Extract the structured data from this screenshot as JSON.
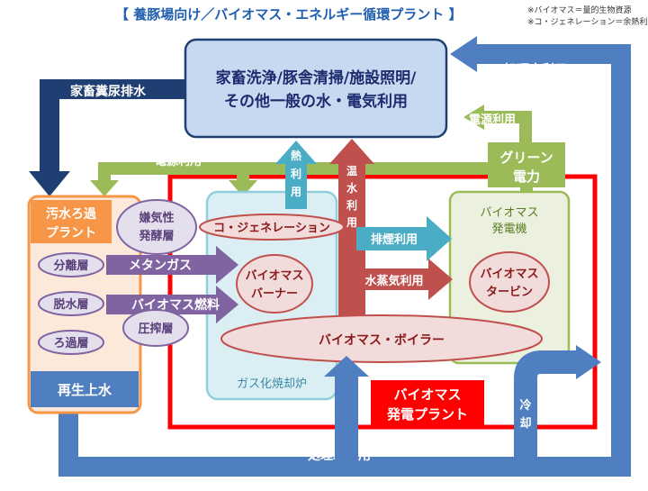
{
  "title": "【 養豚場向け／バイオマス・エネルギー循環プラント 】",
  "notes": [
    "※バイオマス＝量的生物資源",
    "※コ・ジェネレーション＝余熱利用"
  ],
  "top_box": {
    "line1": "家畜洗浄/豚舎清掃/施設照明/",
    "line2": "その他一般の水・電気利用"
  },
  "arrows": {
    "livestock_waste": "家畜糞尿排水",
    "treated_water_top": "処理水利用",
    "treated_water_bottom": "処理水利用",
    "power_use_left": "電源利用",
    "power_use_right": "電源利用",
    "heat_use": [
      "熱",
      "利",
      "用"
    ],
    "hot_water_use": [
      "温",
      "水",
      "利",
      "用"
    ],
    "exhaust_use": "排煙利用",
    "steam_use": "水蒸気利用",
    "methane_gas": "メタンガス",
    "biomass_fuel": "バイオマス燃料",
    "cooling": [
      "冷",
      "却"
    ]
  },
  "green_power": {
    "line1": "グリーン",
    "line2": "電力"
  },
  "filter_plant": {
    "title_line1": "汚水ろ過",
    "title_line2": "プラント",
    "separation": "分離層",
    "dehydration": "脱水層",
    "filtration": "ろ過層",
    "recycled_water": "再生上水"
  },
  "anaerobic": {
    "line1": "嫌気性",
    "line2": "発酵層"
  },
  "compression": "圧搾層",
  "incinerator": {
    "label": "ガス化焼却炉",
    "cogeneration": "コ・ジェネレーション",
    "burner_line1": "バイオマス",
    "burner_line2": "バーナー"
  },
  "boiler": "バイオマス・ボイラー",
  "generator": {
    "title_line1": "バイオマス",
    "title_line2": "発電機",
    "turbine_line1": "バイオマス",
    "turbine_line2": "タービン"
  },
  "power_plant": {
    "line1": "バイオマス",
    "line2": "発電プラント"
  },
  "colors": {
    "blue_arrow": "#4f7fc0",
    "navy_arrow": "#1f3e72",
    "green_arrow": "#9bbb59",
    "red_arrow": "#c0504d",
    "cyan_arrow": "#4bacc6",
    "purple_arrow": "#8064a2",
    "orange_frame": "#f79646",
    "red_frame": "#ff0000"
  }
}
